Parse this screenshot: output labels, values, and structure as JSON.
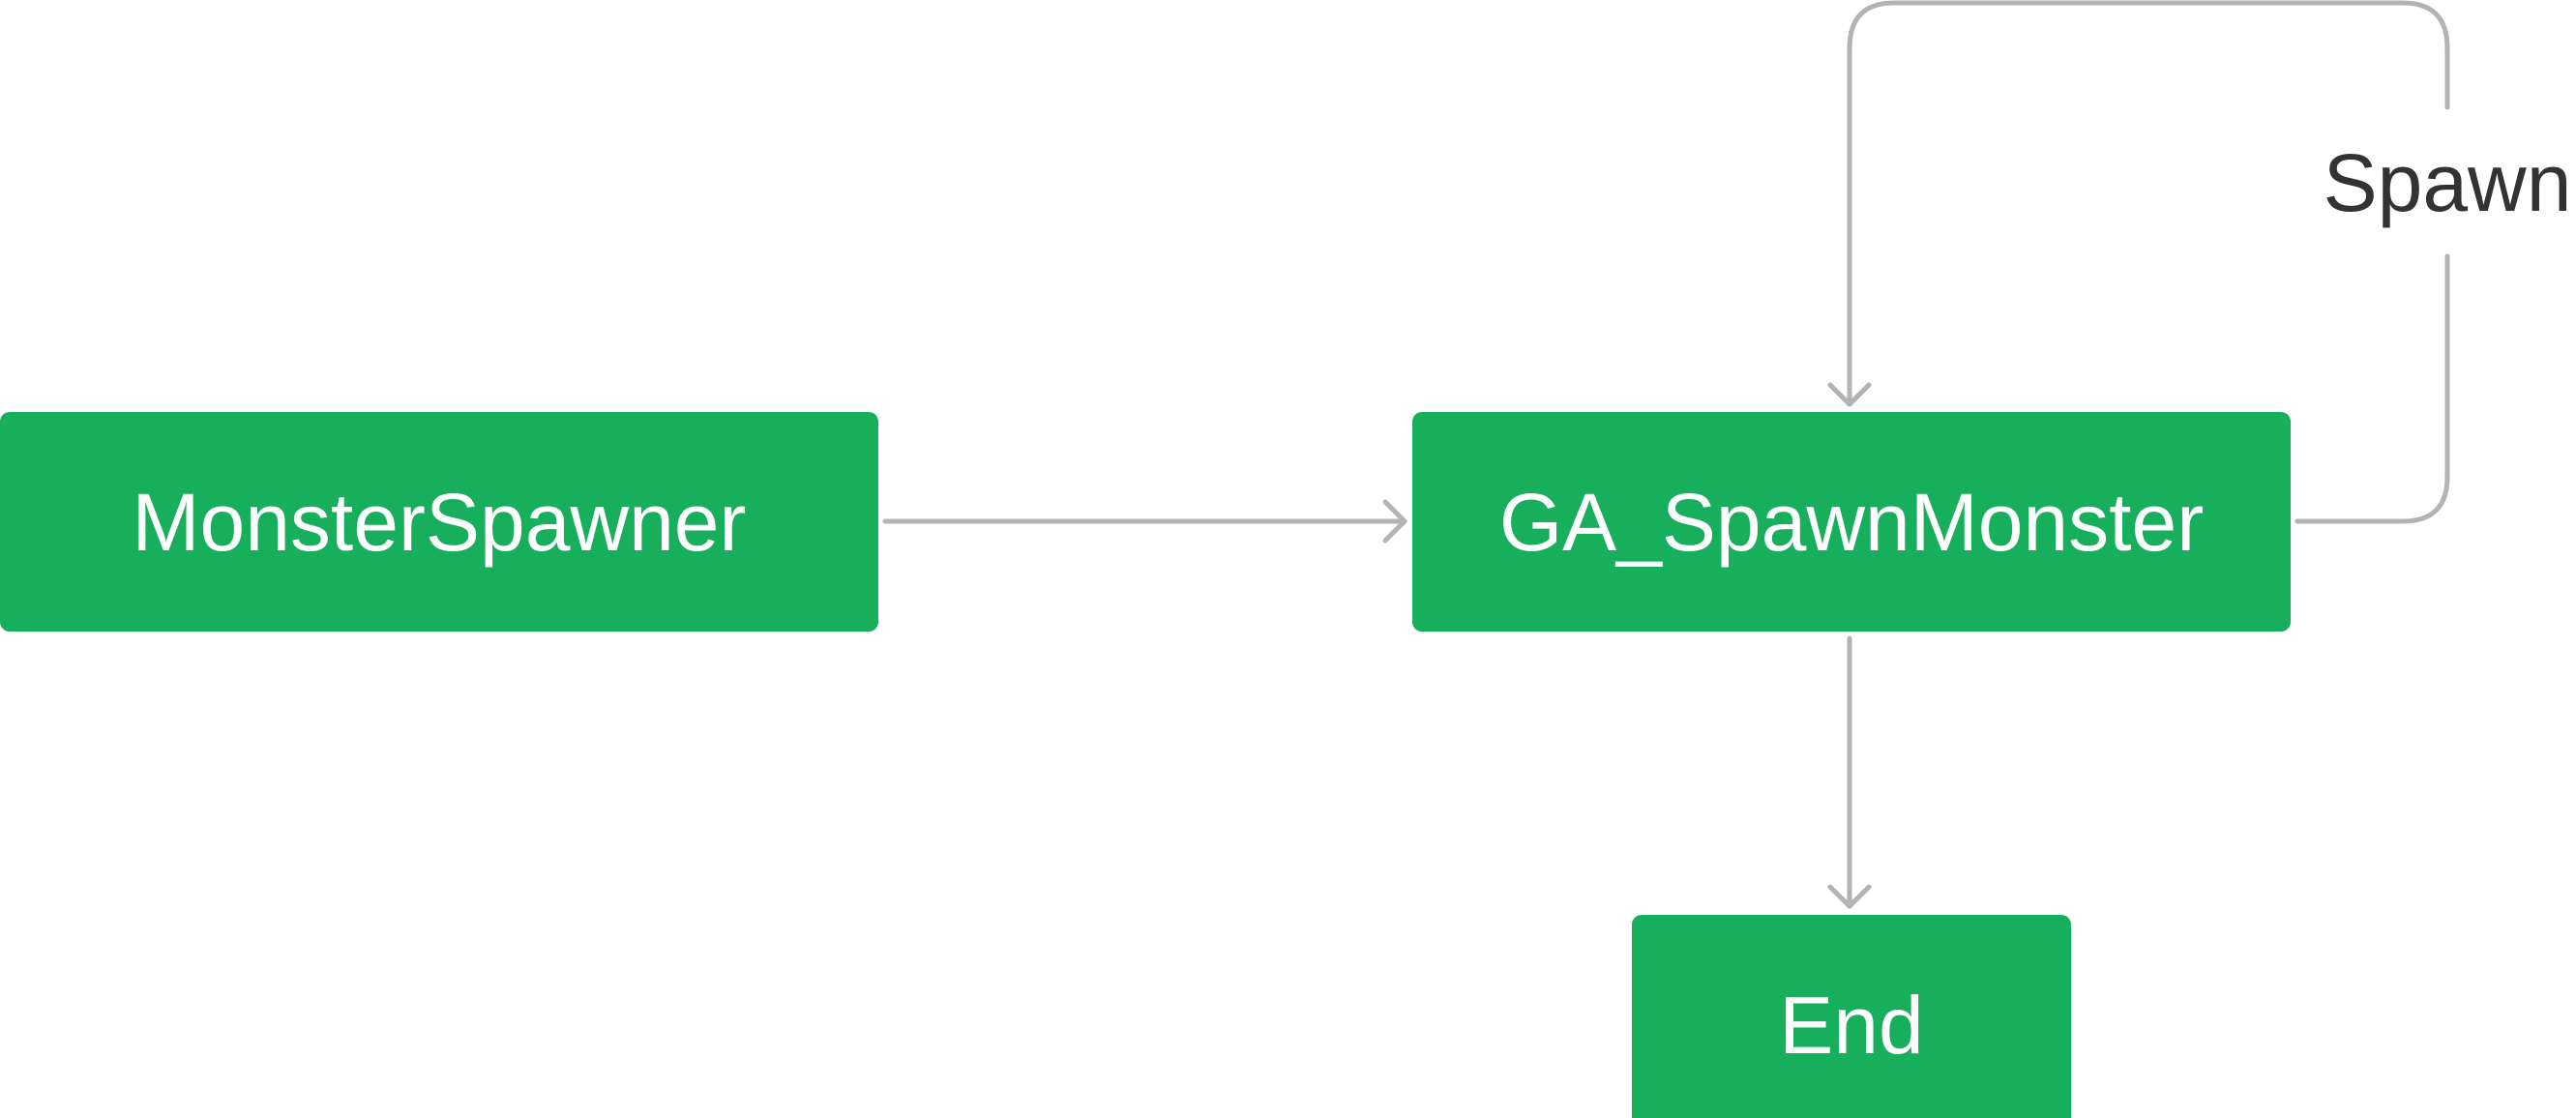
{
  "colors": {
    "node_fill": "#17ae5c",
    "node_text": "#ffffff",
    "edge_stroke": "#b3b3b3",
    "label_text": "#333333",
    "background": "#ffffff"
  },
  "nodes": {
    "monster_spawner": {
      "label": "MonsterSpawner"
    },
    "ga_spawn_monster": {
      "label": "GA_SpawnMonster"
    },
    "end": {
      "label": "End"
    }
  },
  "edges": {
    "spawner_to_spawn_monster": {
      "from": "MonsterSpawner",
      "to": "GA_SpawnMonster"
    },
    "spawn_self_loop": {
      "from": "GA_SpawnMonster",
      "to": "GA_SpawnMonster",
      "label": "Spawn"
    },
    "spawn_monster_to_end": {
      "from": "GA_SpawnMonster",
      "to": "End"
    }
  }
}
